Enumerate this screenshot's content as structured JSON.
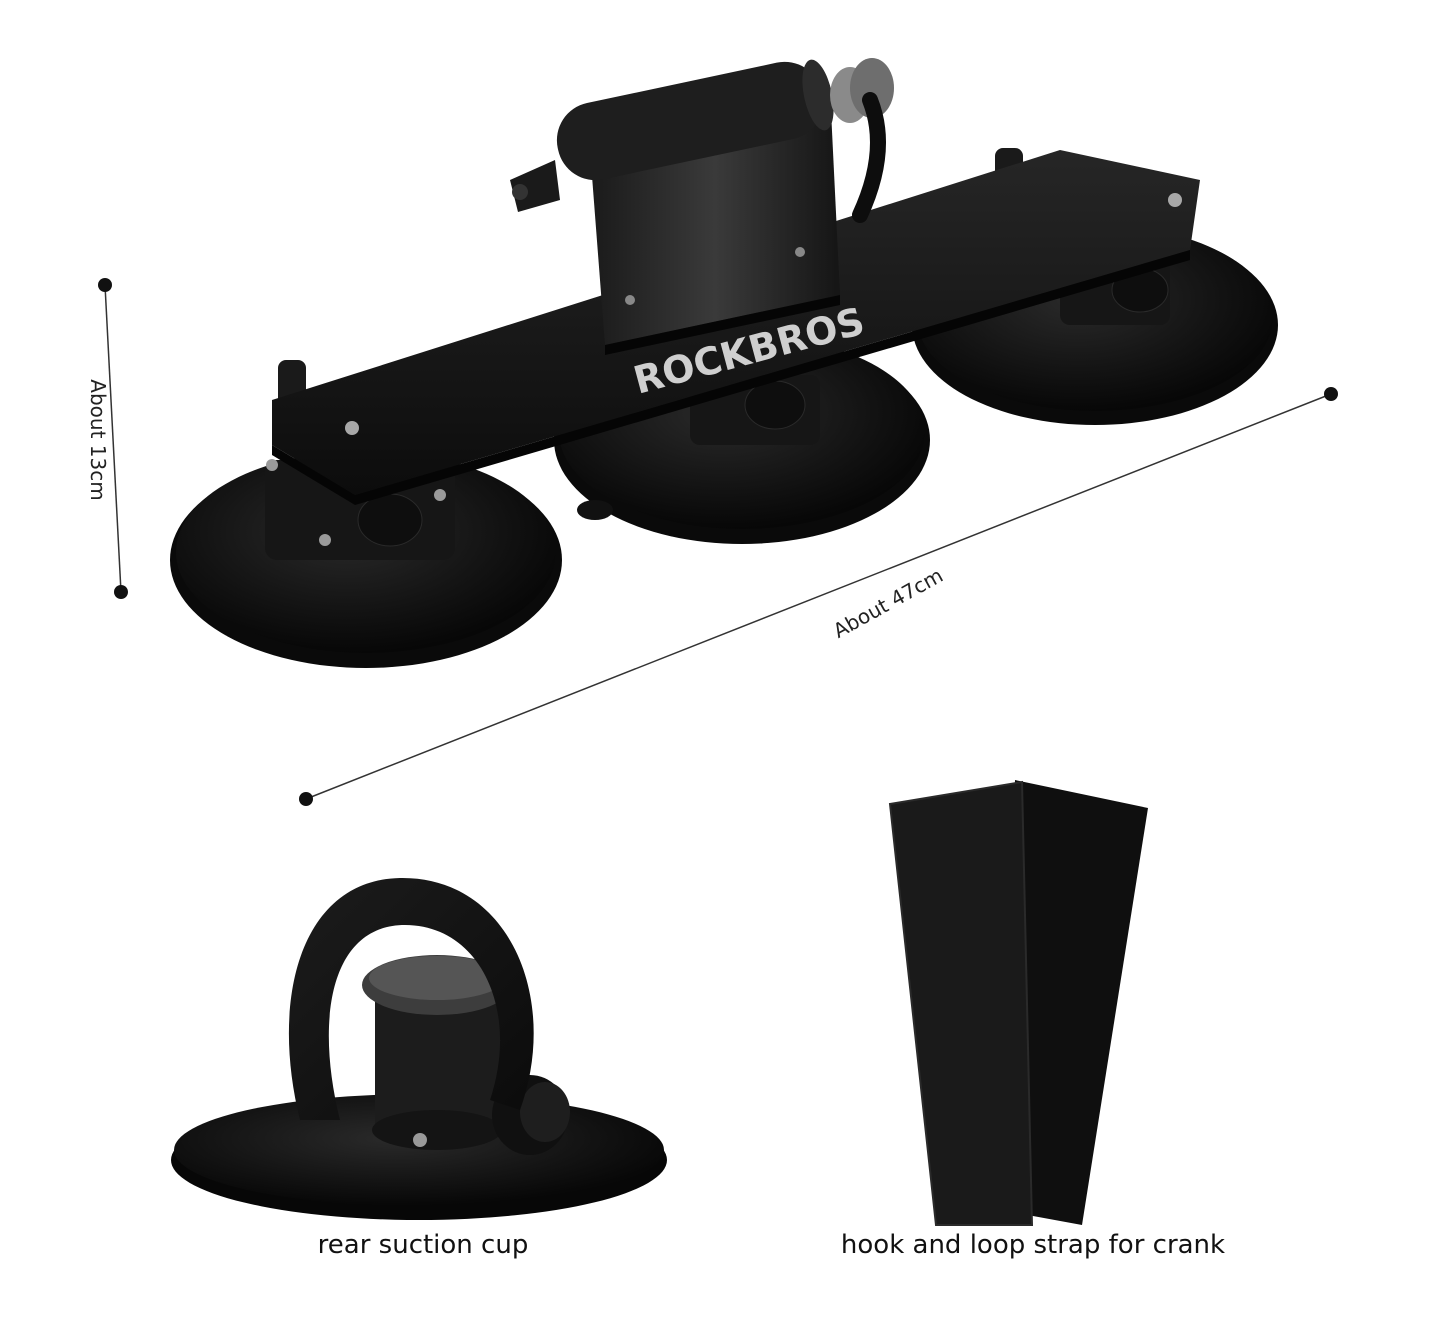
{
  "brand_logo_text": "ROCKBROS",
  "dimensions": {
    "height_label": "About 13cm",
    "length_label": "About 47cm"
  },
  "captions": {
    "rear_suction_cup": "rear suction cup",
    "strap": "hook and loop strap  for crank"
  },
  "colors": {
    "background": "#ffffff",
    "product_black": "#111111",
    "logo_silver": "#cfcfcf"
  }
}
